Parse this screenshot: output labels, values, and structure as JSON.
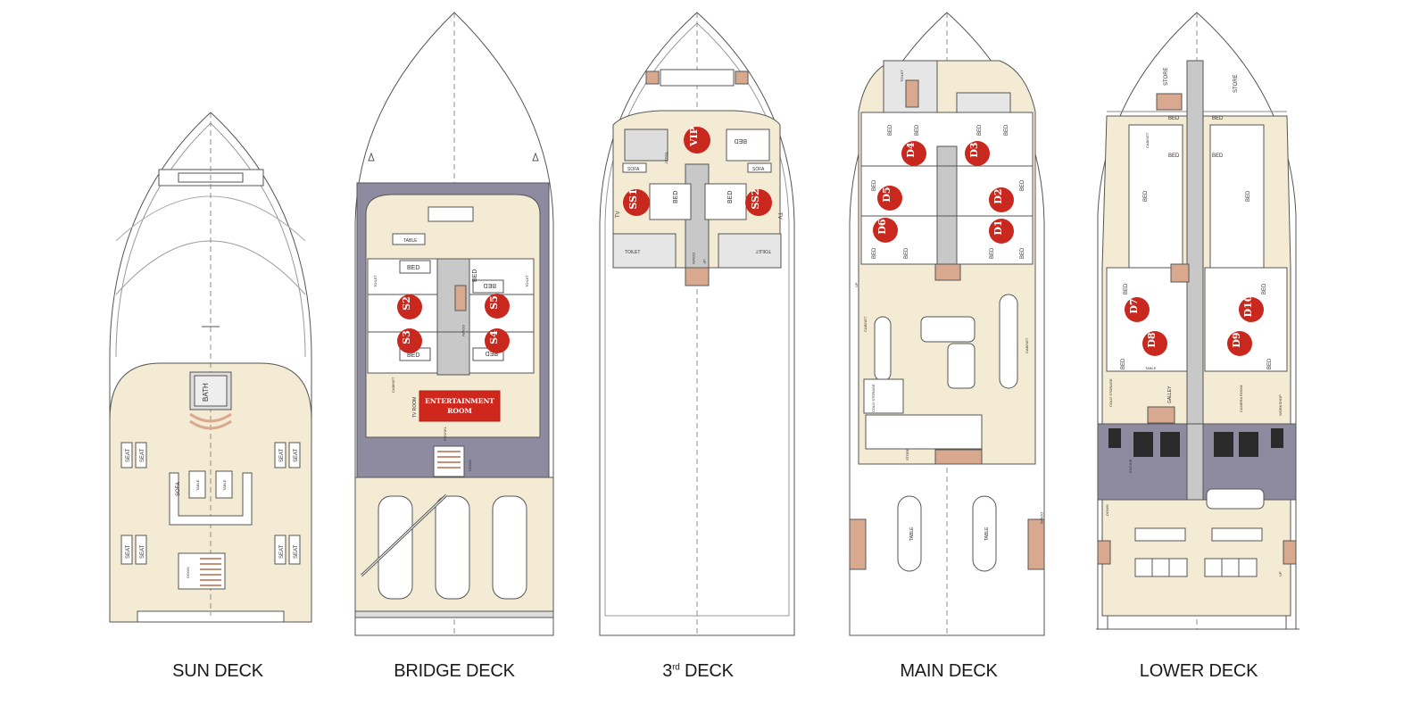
{
  "colors": {
    "floor": "#f4ebd4",
    "outline": "#555555",
    "cabin_marker": "#c8281e",
    "deck_grey": "#8e8aa0",
    "corridor": "#c8c8c8",
    "stairs": "#d9a98f",
    "entertainment": "#d0271d"
  },
  "decks": [
    {
      "id": "sun",
      "label": "SUN DECK",
      "rooms": {
        "bath": "BATH",
        "seat": "SEAT",
        "sofa": "SOFA",
        "table": "TABLE",
        "down": "DOWN"
      }
    },
    {
      "id": "bridge",
      "label": "BRIDGE DECK",
      "cabins": [
        "S2",
        "S5",
        "S3",
        "S4"
      ],
      "rooms": {
        "bed": "BED",
        "table": "TABLE",
        "toilet": "TOILET",
        "cabinet": "CABINET",
        "tv_room": "TV ROOM",
        "funnel": "FUNNEL",
        "down": "DOWN",
        "up": "UP",
        "entertainment_1": "ENTERTAINMENT",
        "entertainment_2": "ROOM"
      }
    },
    {
      "id": "third",
      "label_main": "3",
      "label_sup": "rd",
      "label_rest": " DECK",
      "cabins": [
        "VIP",
        "SS1",
        "SS2"
      ],
      "rooms": {
        "bed": "BED",
        "sofa": "SOFA",
        "toilet": "TOILET",
        "tv": "TV",
        "down": "DOWN",
        "up": "UP"
      }
    },
    {
      "id": "main",
      "label": "MAIN DECK",
      "cabins": [
        "D4",
        "D3",
        "D5",
        "D2",
        "D6",
        "D1"
      ],
      "rooms": {
        "bed": "BED",
        "table": "TABLE",
        "toilet": "TOILET",
        "cabinet": "CABINET",
        "cold_storage": "COLD STORAGE",
        "store": "STORE",
        "down": "DOWN",
        "up": "UP"
      }
    },
    {
      "id": "lower",
      "label": "LOWER DECK",
      "cabins": [
        "D7",
        "D10",
        "D8",
        "D9"
      ],
      "rooms": {
        "store": "STORE",
        "bed": "BED",
        "cabinet": "CABINET",
        "table": "TABLE",
        "galley": "GALLEY",
        "cold_storage": "COLD STORAGE",
        "camera_room": "CAMERA ROOM",
        "workshop": "WORKSHOP",
        "engine": "ENGINE",
        "down": "DOWN",
        "up": "UP"
      }
    }
  ]
}
